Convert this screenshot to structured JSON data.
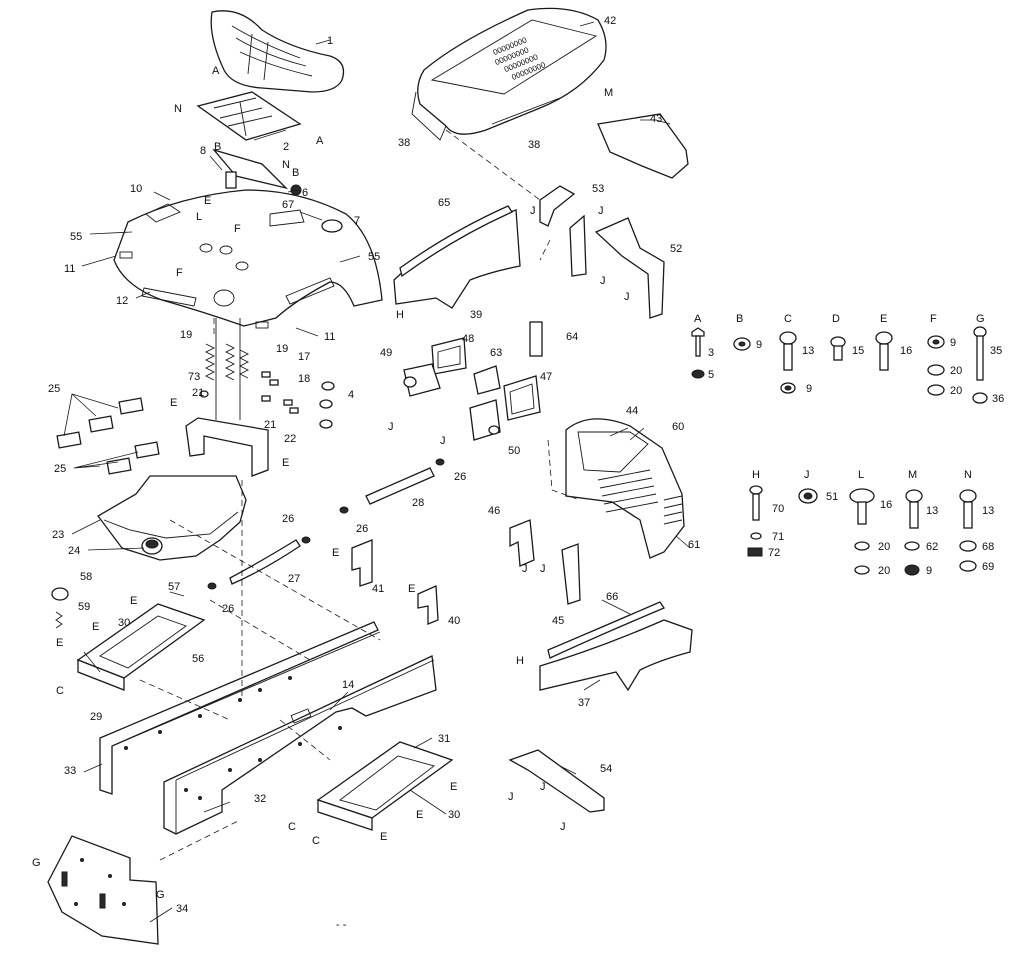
{
  "callouts": {
    "p1": "1",
    "p2": "2",
    "p3": "3",
    "p4": "4",
    "p5": "5",
    "p6": "6",
    "p7": "7",
    "p8": "8",
    "p9": "9",
    "p10": "10",
    "p11": "11",
    "p12": "12",
    "p13": "13",
    "p14": "14",
    "p15": "15",
    "p16": "16",
    "p17": "17",
    "p18": "18",
    "p19": "19",
    "p20": "20",
    "p21": "21",
    "p22": "22",
    "p23": "23",
    "p24": "24",
    "p25": "25",
    "p26": "26",
    "p27": "27",
    "p28": "28",
    "p29": "29",
    "p30": "30",
    "p31": "31",
    "p32": "32",
    "p33": "33",
    "p34": "34",
    "p35": "35",
    "p36": "36",
    "p37": "37",
    "p38": "38",
    "p39": "39",
    "p40": "40",
    "p41": "41",
    "p42": "42",
    "p43": "43",
    "p44": "44",
    "p45": "45",
    "p46": "46",
    "p47": "47",
    "p48": "48",
    "p49": "49",
    "p50": "50",
    "p51": "51",
    "p52": "52",
    "p53": "53",
    "p54": "54",
    "p55": "55",
    "p56": "56",
    "p57": "57",
    "p58": "58",
    "p59": "59",
    "p60": "60",
    "p61": "61",
    "p62": "62",
    "p63": "63",
    "p64": "64",
    "p65": "65",
    "p66": "66",
    "p67": "67",
    "p68": "68",
    "p69": "69",
    "p70": "70",
    "p71": "71",
    "p72": "72",
    "p73": "73"
  },
  "refs": {
    "A": "A",
    "B": "B",
    "C": "C",
    "D": "D",
    "E": "E",
    "F": "F",
    "G": "G",
    "H": "H",
    "J": "J",
    "L": "L",
    "M": "M",
    "N": "N"
  },
  "hood_lettering": [
    "00000000",
    "00000000",
    "00000000",
    "00000000"
  ],
  "footer_mark": "- -"
}
